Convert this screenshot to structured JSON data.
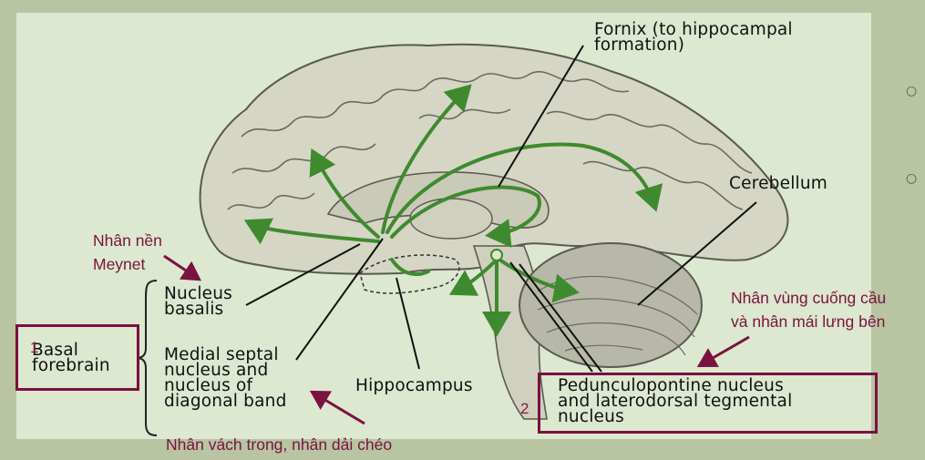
{
  "labels": {
    "fornix": "Fornix (to hippocampal\nformation)",
    "cerebellum": "Cerebellum",
    "nucleus_basalis": "Nucleus\nbasalis",
    "medial_septal": "Medial septal\nnucleus and\nnucleus of\ndiagonal band",
    "hippocampus": "Hippocampus",
    "basal_forebrain": "Basal\nforebrain",
    "pedunculopontine": "Pedunculopontine nucleus\nand laterodorsal tegmental\nnucleus"
  },
  "annotations": {
    "meynet": "Nhân nền\nMeynet",
    "pedunculo_vn": "Nhân vùng cuống cầu\nvà nhân mái lưng bên",
    "septal_vn": "Nhân vách trong, nhân dải chéo",
    "num1": "1",
    "num2": "2"
  },
  "bullets": [
    "○",
    "○"
  ],
  "colors": {
    "annotation": "#7a1340",
    "box_border": "#7b1040",
    "arrow_green": "#3f8a2e",
    "background": "#b8c4a2",
    "panel": "#dce8cf"
  }
}
